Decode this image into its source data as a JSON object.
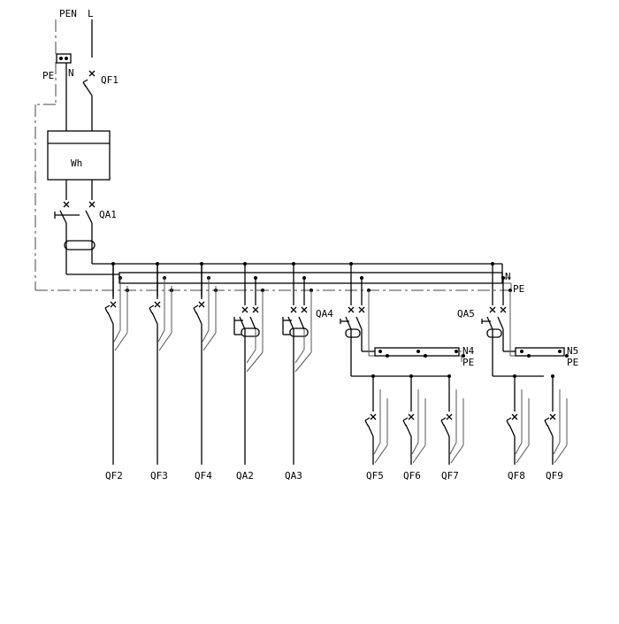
{
  "supply": {
    "pen": "PEN",
    "l": "L",
    "pe": "PE",
    "n": "N"
  },
  "meter": {
    "label": "Wh"
  },
  "main_breakers": {
    "qf1": "QF1",
    "qa1": "QA1"
  },
  "buses": {
    "n": "N",
    "pe": "PE",
    "n4": "N4",
    "pe4": "PE",
    "n5": "N5",
    "pe5": "PE"
  },
  "sub_breakers": {
    "qa4": "QA4",
    "qa5": "QA5"
  },
  "outputs": [
    "QF2",
    "QF3",
    "QF4",
    "QA2",
    "QA3",
    "QF5",
    "QF6",
    "QF7",
    "QF8",
    "QF9"
  ]
}
